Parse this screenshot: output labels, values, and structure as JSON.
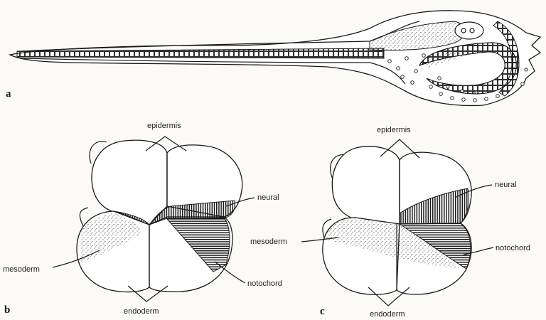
{
  "panels": {
    "a": {
      "letter": "a"
    },
    "b": {
      "letter": "b",
      "labels": {
        "epidermis": "epidermis",
        "neural": "neural",
        "mesoderm": "mesoderm",
        "notochord": "notochord",
        "endoderm": "endoderm"
      }
    },
    "c": {
      "letter": "c",
      "labels": {
        "epidermis": "epidermis",
        "neural": "neural",
        "mesoderm": "mesoderm",
        "notochord": "notochord",
        "endoderm": "endoderm"
      }
    }
  }
}
